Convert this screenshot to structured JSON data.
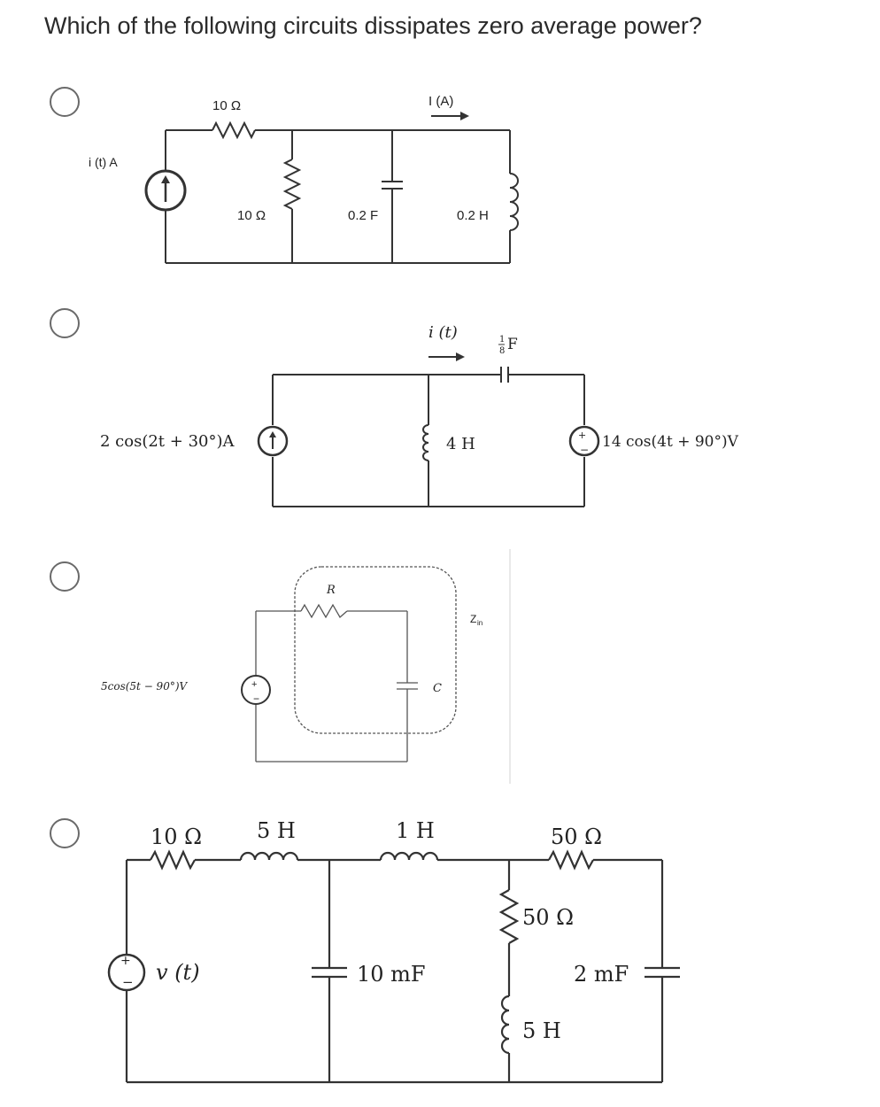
{
  "question": "Which of the following circuits dissipates zero average power?",
  "options": [
    {
      "id": "a",
      "labels": {
        "r1": "10 Ω",
        "il": "I (A)",
        "is": "i (t) A",
        "r2": "10 Ω",
        "cap": "0.2 F",
        "ind": "0.2 H"
      }
    },
    {
      "id": "b",
      "labels": {
        "iz": "i (t)",
        "cap": "F",
        "src1": "2 cos(2t + 30°)A",
        "ind": "4 H",
        "src2": "14 cos(4t + 90°)V"
      }
    },
    {
      "id": "c",
      "labels": {
        "r": "R",
        "zin": "Z",
        "src": "5cos(5t − 90°)V",
        "cap": "C"
      }
    },
    {
      "id": "d",
      "labels": {
        "r1": "10 Ω",
        "l1": "5 H",
        "l2": "1 H",
        "r2": "50 Ω",
        "r3": "50 Ω",
        "vs": "v (t)",
        "cap1": "10 mF",
        "cap2": "2 mF",
        "l3": "5 H"
      }
    }
  ]
}
